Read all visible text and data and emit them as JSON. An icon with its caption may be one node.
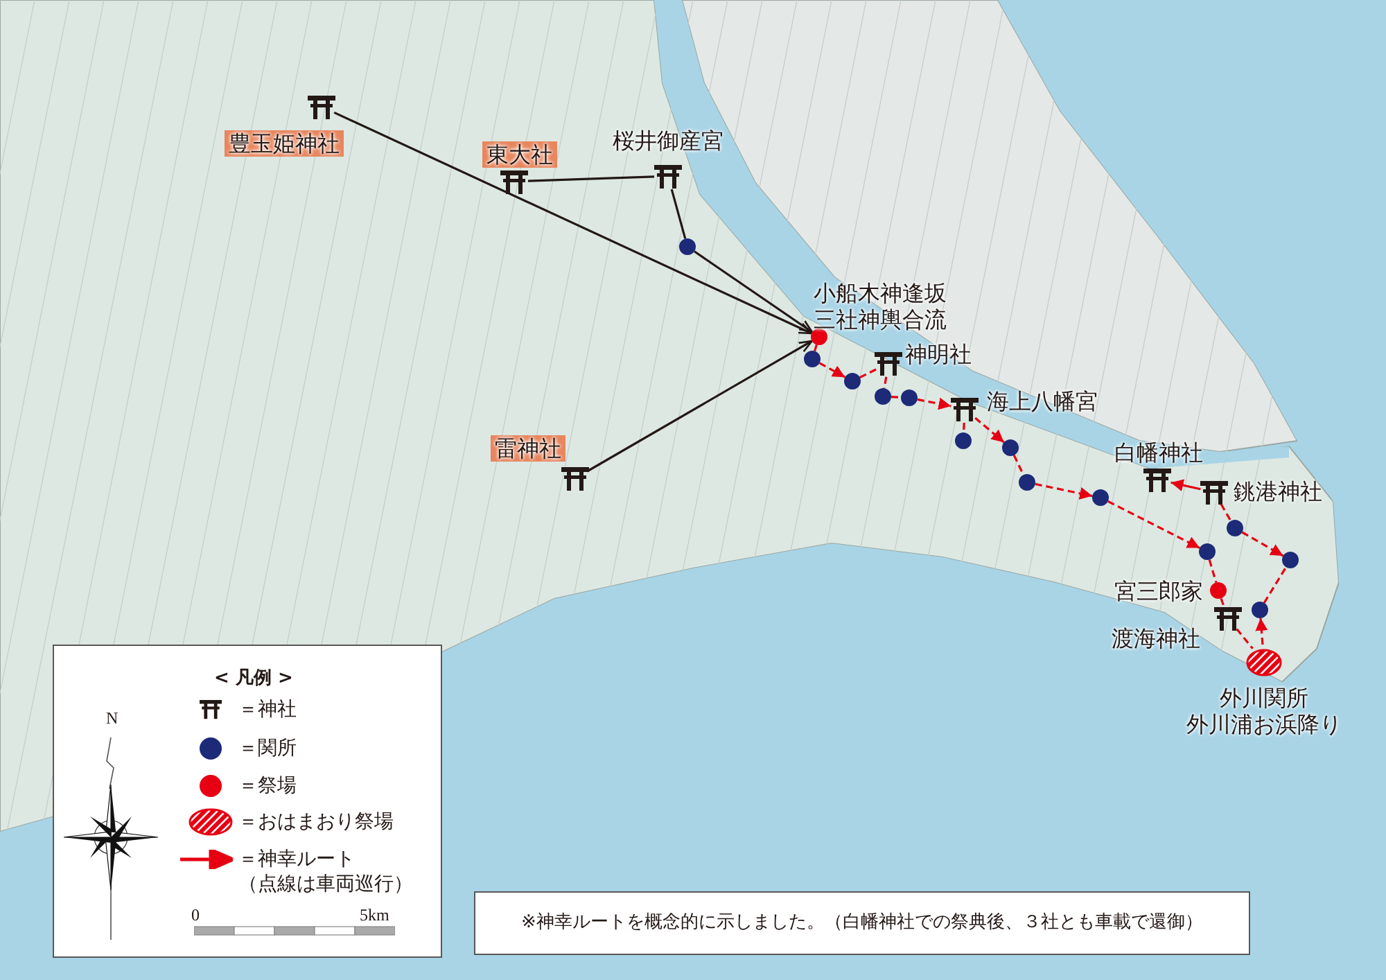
{
  "diagram": {
    "nodes": [
      {
        "text": [
          "豊玉姫神社"
        ]
      },
      {
        "text": [
          "東大社"
        ]
      },
      {
        "text": [
          "桜井御産宮"
        ]
      },
      {
        "text": [
          "雷神社"
        ]
      },
      {
        "text": [
          "小船木神逢坂",
          "三社神輿合流"
        ]
      },
      {
        "text": [],
        "shape": "circle"
      },
      {
        "text": [],
        "shape": "circle"
      },
      {
        "text": [],
        "shape": "circle"
      },
      {
        "text": [
          "神明社"
        ]
      },
      {
        "text": [],
        "shape": "circle"
      },
      {
        "text": [],
        "shape": "circle"
      },
      {
        "text": [
          "海上八幡宮"
        ]
      },
      {
        "text": [],
        "shape": "circle"
      },
      {
        "text": [],
        "shape": "circle"
      },
      {
        "text": [],
        "shape": "circle"
      },
      {
        "text": [],
        "shape": "circle"
      },
      {
        "text": [
          "白幡神社"
        ]
      },
      {
        "text": [
          "銚港神社"
        ]
      },
      {
        "text": [],
        "shape": "circle"
      },
      {
        "text": [],
        "shape": "circle"
      },
      {
        "text": [],
        "shape": "circle"
      },
      {
        "text": [
          "宮三郎家"
        ]
      },
      {
        "text": [
          "渡海神社"
        ]
      },
      {
        "text": [],
        "shape": "circle"
      },
      {
        "text": [
          "外川関所",
          "外川浦お浜降り"
        ]
      }
    ],
    "edges": [
      {
        "from": 0,
        "to": 4,
        "arrow": "to",
        "color": "#231815"
      },
      {
        "from": 1,
        "to": 2,
        "arrow": "none",
        "color": "#231815"
      },
      {
        "from": 2,
        "to": 5,
        "arrow": "none",
        "color": "#231815"
      },
      {
        "from": 5,
        "to": 4,
        "arrow": "to",
        "color": "#231815"
      },
      {
        "from": 3,
        "to": 4,
        "arrow": "to",
        "color": "#231815"
      },
      {
        "from": 4,
        "to": 6,
        "arrow": "none",
        "style": "dashed"
      },
      {
        "from": 6,
        "to": 7,
        "arrow": "to",
        "style": "dashed"
      },
      {
        "from": 7,
        "to": 8,
        "arrow": "none",
        "style": "dashed"
      },
      {
        "from": 8,
        "to": 9,
        "arrow": "none",
        "style": "dashed"
      },
      {
        "from": 9,
        "to": 10,
        "arrow": "none",
        "style": "dashed"
      },
      {
        "from": 10,
        "to": 11,
        "arrow": "to",
        "style": "dashed"
      },
      {
        "from": 11,
        "to": 12,
        "arrow": "none",
        "style": "dashed"
      },
      {
        "from": 11,
        "to": 13,
        "arrow": "to",
        "style": "dashed"
      },
      {
        "from": 13,
        "to": 14,
        "arrow": "none",
        "style": "dashed"
      },
      {
        "from": 14,
        "to": 15,
        "arrow": "to",
        "style": "dashed"
      },
      {
        "from": 15,
        "to": 19,
        "arrow": "to",
        "style": "dashed"
      },
      {
        "from": 19,
        "to": 21,
        "arrow": "none",
        "style": "dashed"
      },
      {
        "from": 21,
        "to": 22,
        "arrow": "none",
        "style": "dashed"
      },
      {
        "from": 22,
        "to": 24,
        "arrow": "none",
        "style": "dashed"
      },
      {
        "from": 24,
        "to": 23,
        "arrow": "to",
        "style": "dashed"
      },
      {
        "from": 23,
        "to": 20,
        "arrow": "none",
        "style": "dashed"
      },
      {
        "from": 18,
        "to": 20,
        "arrow": "to",
        "style": "dashed"
      },
      {
        "from": 17,
        "to": 18,
        "arrow": "none",
        "style": "dashed"
      },
      {
        "from": 17,
        "to": 16,
        "arrow": "to"
      }
    ],
    "labels": [
      "< 凡例 >",
      "N",
      "0",
      "5km",
      "※神幸ルートを概念的に示しました。（白幡神社での祭典後、３社とも車載で還御）"
    ],
    "legend": [
      {
        "text": "＝神社"
      },
      {
        "text": "＝関所",
        "color": "#1c2a78"
      },
      {
        "text": "＝祭場",
        "color": "#e60012"
      },
      {
        "text": "＝おはまおり祭場"
      },
      {
        "text": "＝神幸ルート（点線は車両巡行）"
      }
    ]
  }
}
